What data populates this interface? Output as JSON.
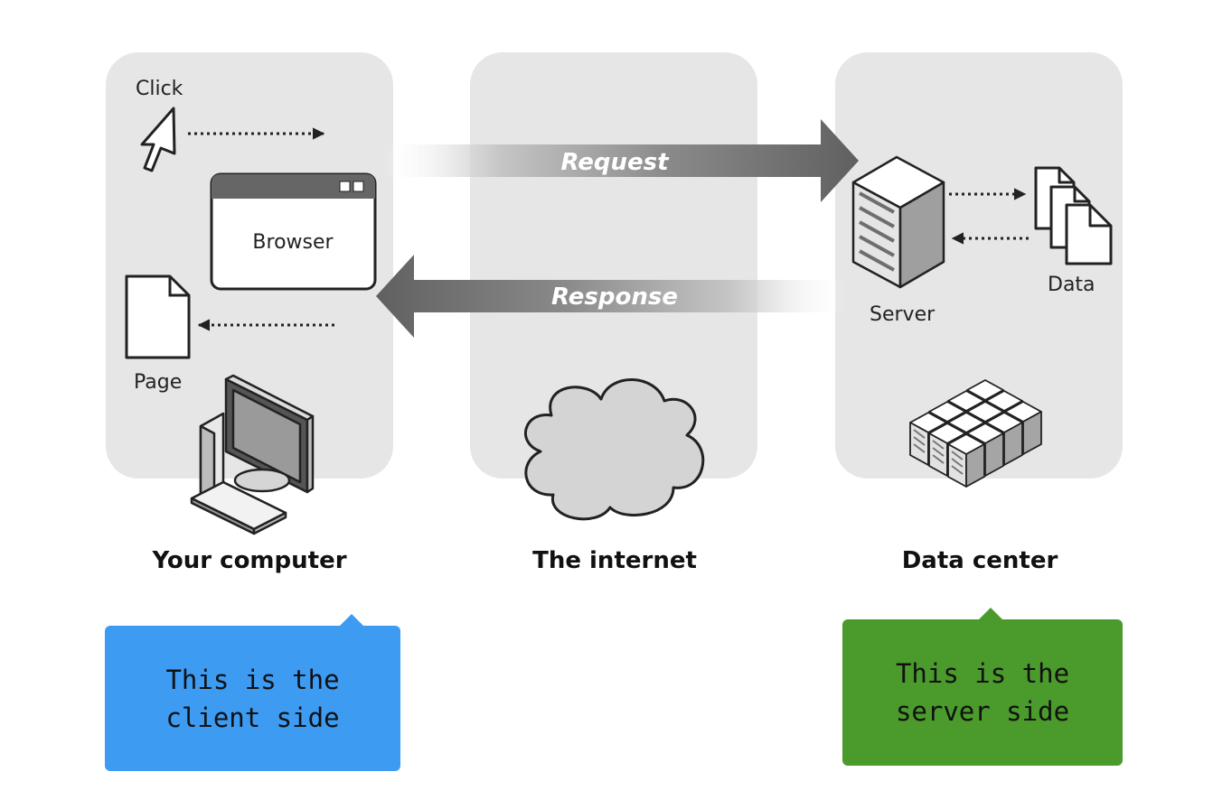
{
  "diagram": {
    "labels": {
      "click": "Click",
      "browser": "Browser",
      "page": "Page",
      "request": "Request",
      "response": "Response",
      "server": "Server",
      "data": "Data"
    },
    "sections": {
      "client": "Your computer",
      "internet": "The internet",
      "datacenter": "Data center"
    }
  },
  "notes": {
    "client": {
      "line1": "This is the",
      "line2": "client side",
      "color": "#3d9bf2"
    },
    "server": {
      "line1": "This is the",
      "line2": "server side",
      "color": "#4a9a2c"
    }
  }
}
